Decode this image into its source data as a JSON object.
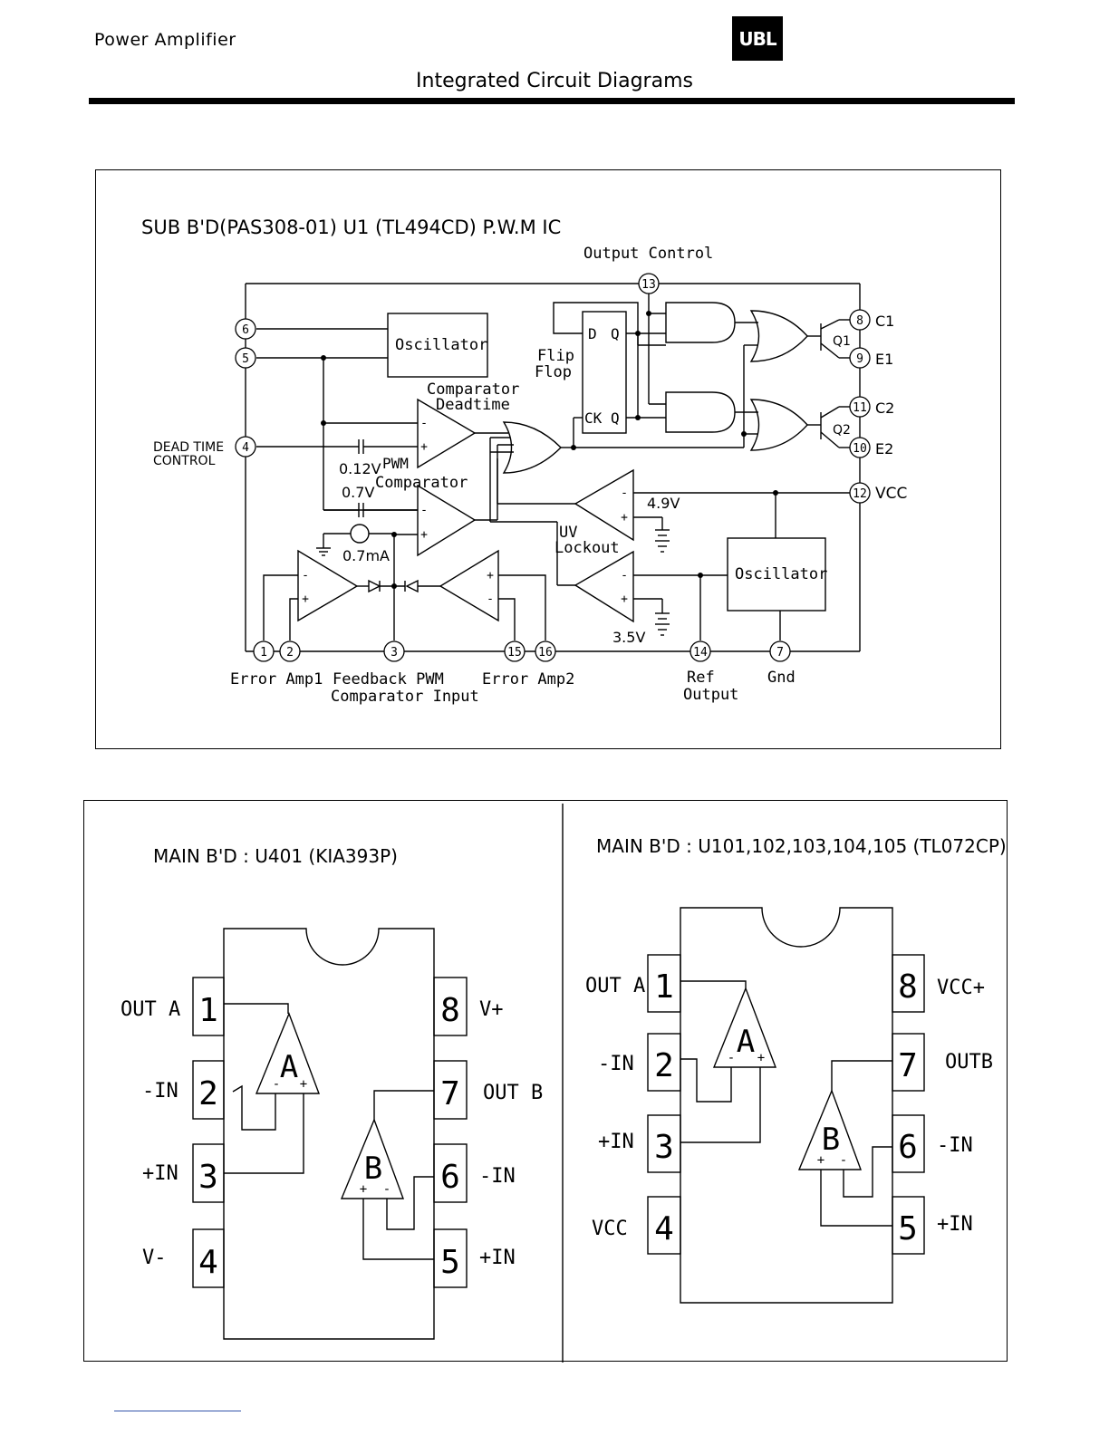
{
  "header": {
    "section": "Power  Amplifier",
    "brand": "UBL",
    "title": "Integrated Circuit Diagrams"
  },
  "pwm": {
    "title": "SUB B'D(PAS308-01) U1 (TL494CD) P.W.M IC",
    "output_control": "Output Control",
    "oscillator1": "Oscillator",
    "oscillator2": "Oscillator",
    "flip": "Flip",
    "flop": "Flop",
    "ff_d": "D",
    "ff_q": "Q",
    "ff_ck": "CK",
    "ff_q2": "Q",
    "comp_dt_1": "Comparator",
    "comp_dt_2": "Deadtime",
    "pwm_1": "PWM",
    "pwm_2": "Comparator",
    "dead_time_1": "DEAD TIME",
    "dead_time_2": "CONTROL",
    "v012": "0.12V",
    "v07": "0.7V",
    "i07": "0.7mA",
    "v49": "4.9V",
    "v35": "3.5V",
    "uv_1": "UV",
    "uv_2": "Lockout",
    "q1": "Q1",
    "q2": "Q2",
    "c1": "C1",
    "e1": "E1",
    "c2": "C2",
    "e2": "E2",
    "vcc": "VCC",
    "pins": [
      "13",
      "6",
      "5",
      "4",
      "8",
      "9",
      "11",
      "10",
      "12",
      "1",
      "2",
      "3",
      "15",
      "16",
      "14",
      "7"
    ],
    "lbl_err1": "Error Amp1",
    "lbl_fb_1": "Feedback PWM",
    "lbl_fb_2": "Comparator Input",
    "lbl_err2": "Error Amp2",
    "lbl_ref_1": "Ref",
    "lbl_ref_2": "Output",
    "lbl_gnd": "Gnd",
    "minus": "-",
    "plus": "+"
  },
  "kia": {
    "title": "MAIN B'D : U401 (KIA393P)",
    "pins": [
      "1",
      "2",
      "3",
      "4",
      "8",
      "7",
      "6",
      "5"
    ],
    "left_labels": [
      "OUT A",
      "-IN",
      "+IN",
      "V-"
    ],
    "right_labels": [
      "V+",
      "OUT B",
      "-IN",
      "+IN"
    ],
    "amp_a": "A",
    "amp_b": "B"
  },
  "tl072": {
    "title": "MAIN B'D : U101,102,103,104,105 (TL072CP)",
    "pins": [
      "1",
      "2",
      "3",
      "4",
      "8",
      "7",
      "6",
      "5"
    ],
    "left_labels": [
      "OUT A",
      "-IN",
      "+IN",
      "VCC"
    ],
    "right_labels": [
      "VCC+",
      "OUTB",
      "-IN",
      "+IN"
    ],
    "amp_a": "A",
    "amp_b": "B"
  }
}
